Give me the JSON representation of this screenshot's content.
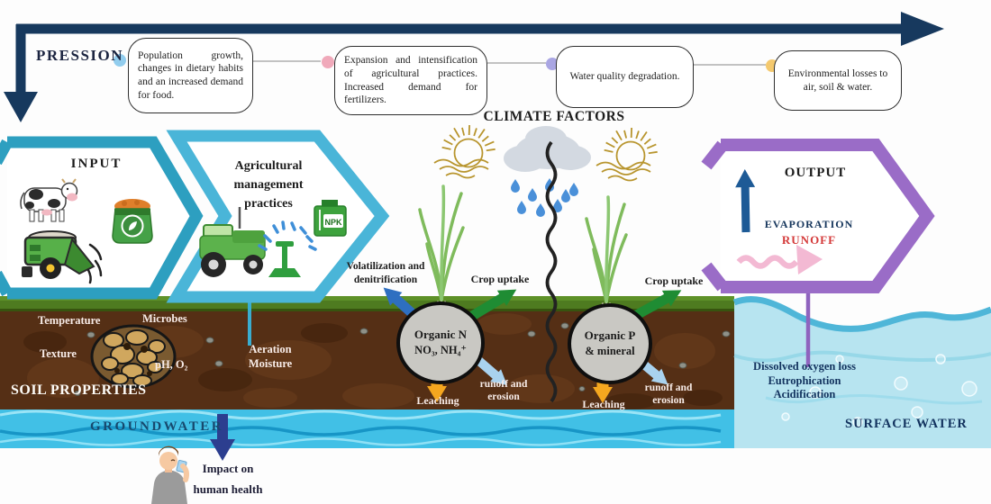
{
  "pressure": {
    "label": "PRESSION",
    "stages": [
      {
        "text": "Population growth, changes in dietary habits and an increased demand for food.",
        "dot_color": "#92cdee"
      },
      {
        "text": "Expansion and intensification of agricultural practices. Increased demand for fertilizers.",
        "dot_color": "#f0a9ba"
      },
      {
        "text": "Water quality degradation.",
        "dot_color": "#aaa6e3"
      },
      {
        "text": "Environmental losses to air, soil & water.",
        "dot_color": "#f4c96e"
      }
    ]
  },
  "climate": {
    "title": "CLIMATE FACTORS"
  },
  "stages": {
    "input": "INPUT",
    "management": "Agricultural management practices",
    "output": "OUTPUT",
    "evaporation": "EVAPORATION",
    "runoff": "RUNOFF",
    "npk": "NPK"
  },
  "nutrients": {
    "organic_n": {
      "title": "Organic N",
      "forms": "NO₃, NH₄⁺"
    },
    "organic_p": {
      "title": "Organic P",
      "forms": "& mineral"
    }
  },
  "fluxes": {
    "volatilization": "Volatilization and denitrification",
    "crop_uptake": "Crop uptake",
    "leaching": "Leaching",
    "runoff_erosion": "runoff and erosion"
  },
  "soil": {
    "title": "SOIL PROPERTIES",
    "temperature": "Temperature",
    "microbes": "Microbes",
    "texture": "Texture",
    "ph_o2": "pH, O₂",
    "aeration": "Aeration",
    "moisture": "Moisture"
  },
  "water": {
    "groundwater": "GROUNDWATER",
    "surface_water": "SURFACE WATER",
    "impacts": [
      "Dissolved oxygen loss",
      "Eutrophication",
      "Acidification"
    ],
    "human_impact_line1": "Impact on",
    "human_impact_line2": "human health"
  },
  "colors": {
    "flow_arrow": "#17395e",
    "input_chevron": "#2d9fc0",
    "management_chevron": "#4ab5d8",
    "output_chevron": "#9a6cc7",
    "soil": "#552f15",
    "grass": "#4e7b20",
    "groundwater": "#41c0e6",
    "surface_water": "#b7e4f0",
    "volatilization_arrow": "#2e6fc1",
    "crop_uptake_arrow": "#1f8c33",
    "leaching_arrow": "#f5a71f",
    "runoff_arrow": "#a9d2ee",
    "evaporation_text": "#16365c",
    "runoff_text": "#d43a3a"
  }
}
